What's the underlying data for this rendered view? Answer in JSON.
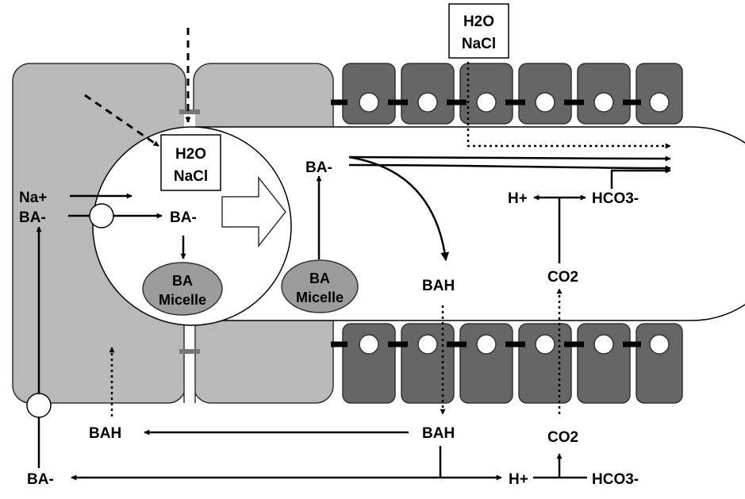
{
  "labels": {
    "water": "H2O",
    "salt": "NaCl",
    "sodium": "Na+",
    "bile_anion": "BA-",
    "ba": "BA",
    "micelle": "Micelle",
    "bah": "BAH",
    "proton": "H+",
    "bicarbonate": "HCO3-",
    "co2": "CO2"
  },
  "colors": {
    "hepatocyte_fill": "#b9b9b9",
    "cholangiocyte_fill": "#666666",
    "micelle_fill": "#9c9c9c",
    "tight_junction": "#000000",
    "gap_junction": "#777777"
  }
}
